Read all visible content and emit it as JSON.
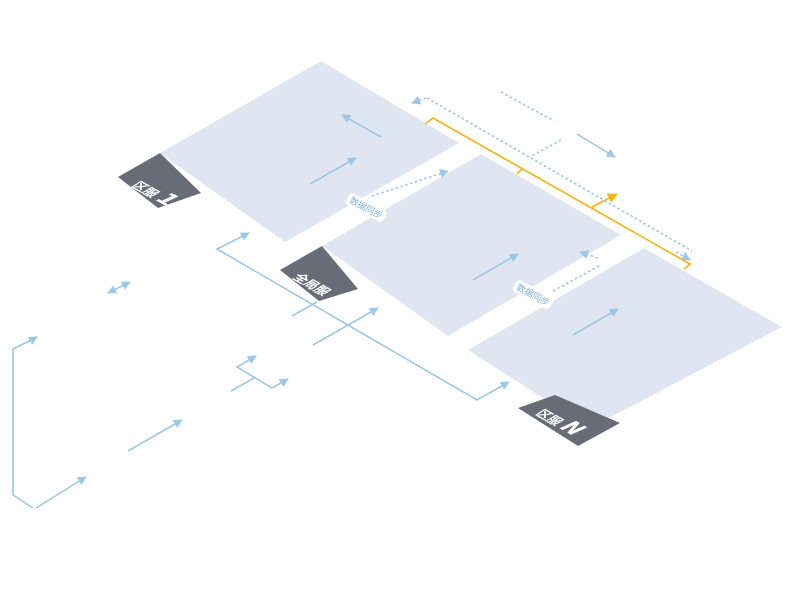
{
  "tiles": {
    "region1": {
      "label_prefix": "区服",
      "label_suffix": "1"
    },
    "global": {
      "label": "全局服"
    },
    "regionN": {
      "label_prefix": "区服",
      "label_suffix": "N"
    }
  },
  "sync_labels": {
    "left": "数据同步",
    "right": "数据同步"
  },
  "colors": {
    "tile_fill": "#e0e6f1",
    "tag_fill": "#676c77",
    "arrow_blue": "#9cc7e6",
    "accent_orange": "#f3b315",
    "background": "#ffffff"
  }
}
